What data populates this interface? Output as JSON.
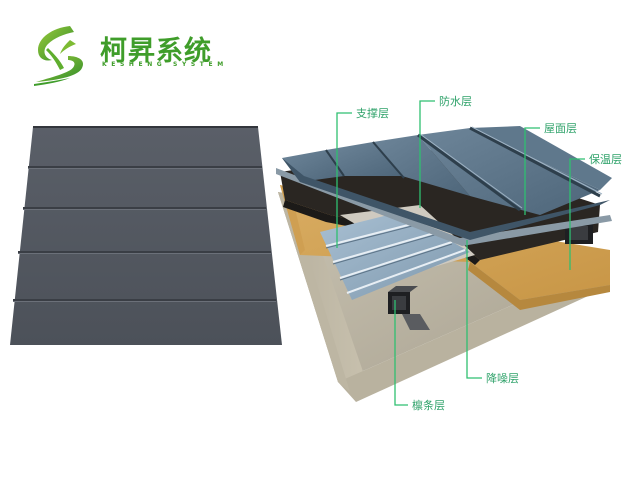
{
  "logo": {
    "icon": "ks-leaf-logo-icon",
    "name_cn": "柯昇系统",
    "name_en": "KESHENG SYSTEM",
    "brand_color": "#3f9d2a"
  },
  "left_panel": {
    "description": "standing-seam metal roof panels (flat view)",
    "panel_color": "#525760",
    "rows": 5
  },
  "diagram": {
    "description": "roof layer cross-section",
    "labels": [
      {
        "id": "support",
        "text": "支撑层"
      },
      {
        "id": "waterproof",
        "text": "防水层"
      },
      {
        "id": "roof-surface",
        "text": "屋面层"
      },
      {
        "id": "insulation",
        "text": "保温层"
      },
      {
        "id": "noise-reduction",
        "text": "降噪层"
      },
      {
        "id": "purlin",
        "text": "檩条层"
      }
    ],
    "leader_color": "#2fbf71"
  }
}
